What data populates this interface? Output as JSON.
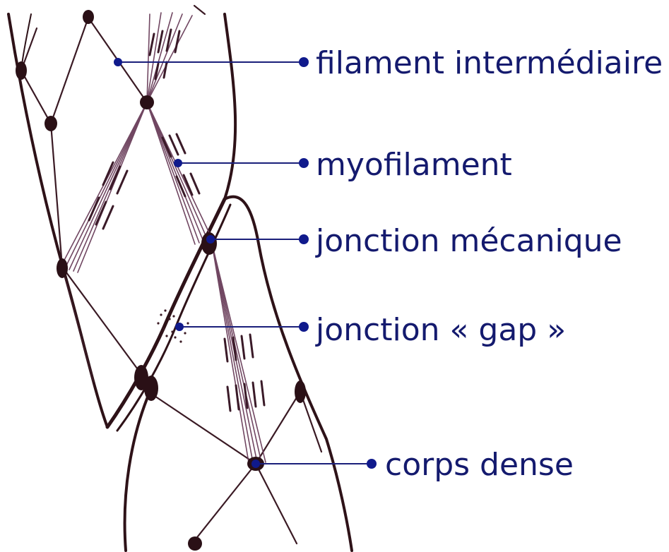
{
  "colors": {
    "label_text": "#141a6e",
    "leader_line": "#1a1f7a",
    "leader_dot": "#101a8c",
    "cell_outline": "#2e1218",
    "filament": "#6a3e5a",
    "dense_body": "#2a1016"
  },
  "labels": [
    {
      "id": "filament-intermediaire",
      "text": "filament intermédiaire"
    },
    {
      "id": "myofilament",
      "text": "myofilament"
    },
    {
      "id": "jonction-mecanique",
      "text": "jonction mécanique"
    },
    {
      "id": "jonction-gap",
      "text": "jonction « gap »"
    },
    {
      "id": "corps-dense",
      "text": "corps dense"
    }
  ]
}
